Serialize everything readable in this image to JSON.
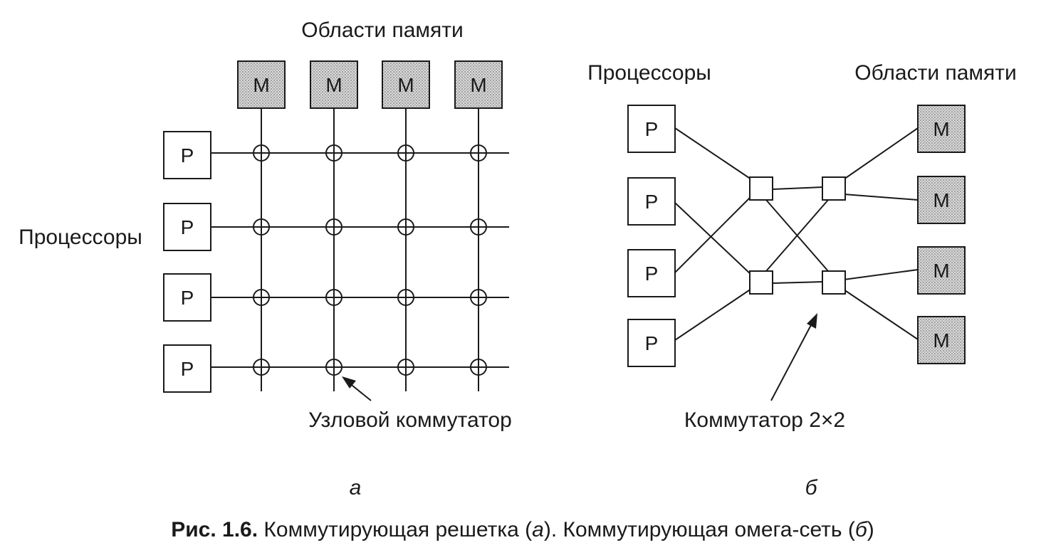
{
  "panel_a": {
    "title": "Области памяти",
    "processors_label": "Процессоры",
    "processor_label": "P",
    "memory_label": "M",
    "memories": [
      "M",
      "M",
      "M",
      "M"
    ],
    "processors": [
      "P",
      "P",
      "P",
      "P"
    ],
    "node_switch_label": "Узловой коммутатор",
    "sublabel": "а"
  },
  "panel_b": {
    "processors_label": "Процессоры",
    "memory_areas_label": "Области памяти",
    "processors": [
      "P",
      "P",
      "P",
      "P"
    ],
    "memories": [
      "M",
      "M",
      "M",
      "M"
    ],
    "switch_label": "Коммутатор 2×2",
    "sublabel": "б"
  },
  "caption": {
    "number": "Рис. 1.6.",
    "text_1": " Коммутирующая решетка (",
    "a": "а",
    "text_2": "). Коммутирующая омега-сеть (",
    "b": "б",
    "text_3": ")"
  },
  "colors": {
    "ink": "#1a1a1a",
    "memory_fill": "#c8c8c8",
    "background": "#ffffff"
  }
}
